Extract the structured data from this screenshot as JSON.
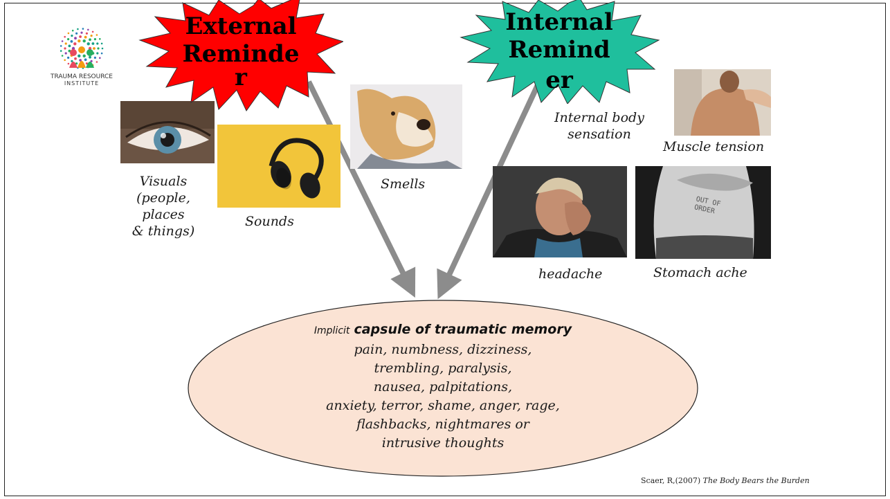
{
  "logo": {
    "line1": "TRAUMA RESOURCE",
    "line2": "INSTITUTE"
  },
  "external_burst": {
    "text_lines": [
      "External",
      "Reminde",
      "r"
    ],
    "color": "#ff0000"
  },
  "internal_burst": {
    "text_lines": [
      "Internal",
      "Remind",
      "er"
    ],
    "color": "#1abc9c"
  },
  "external_items": {
    "visuals_lines": [
      "Visuals",
      "(people,",
      "places",
      "& things)"
    ],
    "sounds": "Sounds",
    "smells": "Smells"
  },
  "internal_items": {
    "body_sensation_lines": [
      "Internal body",
      "sensation"
    ],
    "muscle_tension": "Muscle tension",
    "headache": "headache",
    "stomach_ache": "Stomach ache"
  },
  "capsule": {
    "title_prefix": "Implicit",
    "title_main": "capsule of traumatic memory",
    "lines": [
      "pain, numbness, dizziness,",
      "trembling, paralysis,",
      "nausea, palpitations,",
      "anxiety, terror, shame, anger, rage,",
      "flashbacks, nightmares or",
      "intrusive thoughts"
    ],
    "fill_color": "#fbe3d4"
  },
  "citation": {
    "prefix": "Scaer, R,(2007)",
    "title": "The Body Bears the Burden"
  },
  "stomach_photo_text": [
    "OUT OF",
    "ORDER"
  ]
}
